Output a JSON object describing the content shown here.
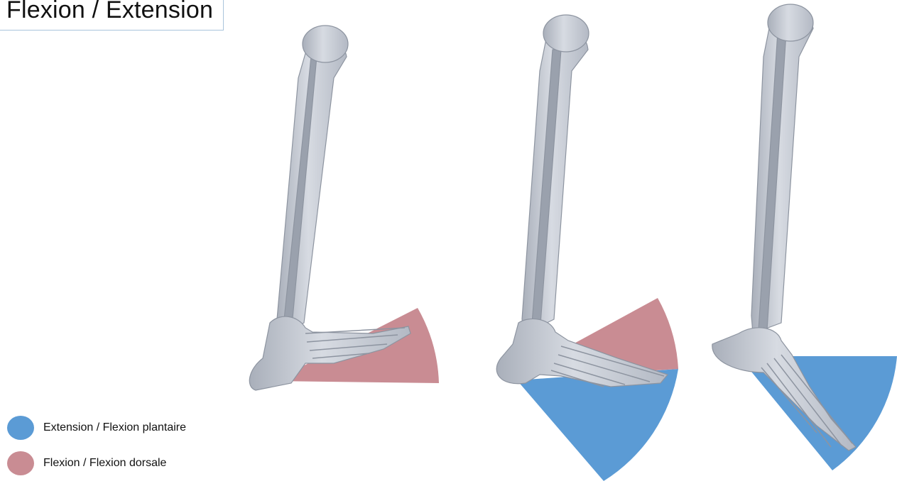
{
  "title": "Flexion / Extension",
  "legend": [
    {
      "label": "Extension / Flexion plantaire",
      "color": "#5b9bd5"
    },
    {
      "label": "Flexion / Flexion dorsale",
      "color": "#c98c93"
    }
  ],
  "colors": {
    "bone": "#c3c8d2",
    "bone_shade": "#9aa1ad",
    "bone_outline": "#8d94a0",
    "extension": "#5b9bd5",
    "flexion": "#c98c93"
  },
  "icons": [
    "leg-skeleton-icon"
  ]
}
